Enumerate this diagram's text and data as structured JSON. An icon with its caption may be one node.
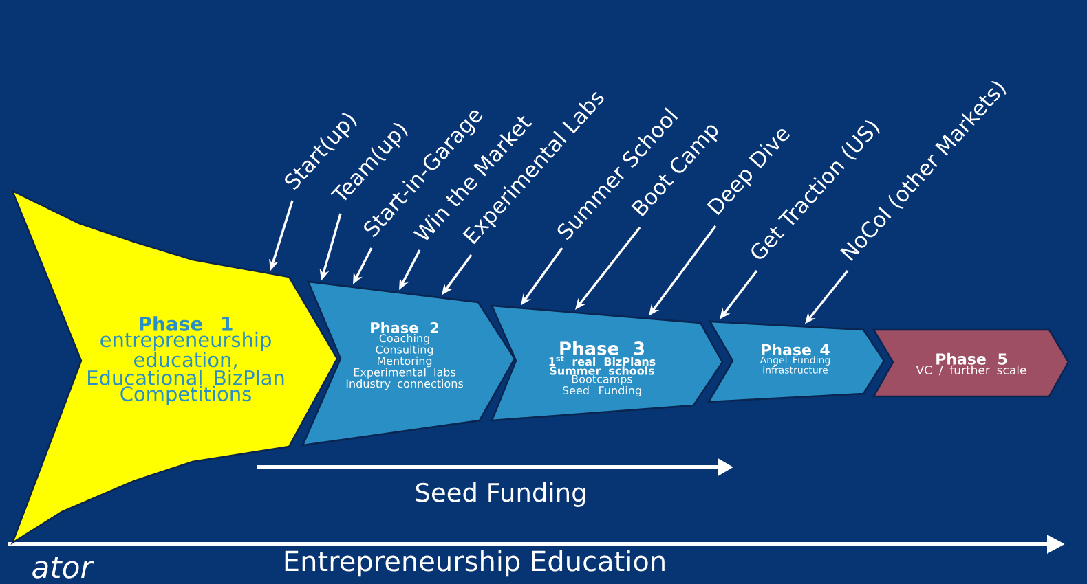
{
  "diagram": {
    "nodes": [
      {
        "text": [
          "Phase 1",
          "entrepreneurship education, Educational BizPlan Competitions"
        ]
      },
      {
        "text": [
          "Phase 2",
          "Coaching",
          "Consulting",
          "Mentoring",
          "Experimental labs",
          "Industry connections"
        ]
      },
      {
        "text": [
          "Phase 3",
          "1$^{st}$ real BizPlans",
          "Summer schools",
          "Bootcamps",
          "Seed Funding"
        ]
      },
      {
        "text": [
          "Phase 4",
          "Angel Funding infrastructure"
        ]
      },
      {
        "text": [
          "Phase 5",
          "VC / further scale"
        ]
      },
      {
        "text": [
          "Start(up)"
        ]
      },
      {
        "text": [
          "Team(up)"
        ]
      },
      {
        "text": [
          "Start-in-Garage"
        ]
      },
      {
        "text": [
          "Win the Market"
        ]
      },
      {
        "text": [
          "Experimental Labs"
        ]
      },
      {
        "text": [
          "Summer School"
        ]
      },
      {
        "text": [
          "Boot Camp"
        ]
      },
      {
        "text": [
          "Deep Dive"
        ]
      },
      {
        "text": [
          "Get Traction (US)"
        ]
      },
      {
        "text": [
          "NoCoI (other Markets)"
        ]
      }
    ],
    "edges": [
      {
        "from": 5,
        "to": 0,
        "arrow": "to"
      },
      {
        "from": 6,
        "to": 1,
        "arrow": "to"
      },
      {
        "from": 7,
        "to": 1,
        "arrow": "to"
      },
      {
        "from": 8,
        "to": 1,
        "arrow": "to"
      },
      {
        "from": 9,
        "to": 1,
        "arrow": "to"
      },
      {
        "from": 10,
        "to": 2,
        "arrow": "to"
      },
      {
        "from": 11,
        "to": 2,
        "arrow": "to"
      },
      {
        "from": 12,
        "to": 2,
        "arrow": "to"
      },
      {
        "from": 13,
        "to": 3,
        "arrow": "to"
      },
      {
        "from": 14,
        "to": 3,
        "arrow": "to"
      }
    ],
    "labels": [
      "Seed Funding",
      "Entrepreneurship Education",
      "ator"
    ]
  }
}
